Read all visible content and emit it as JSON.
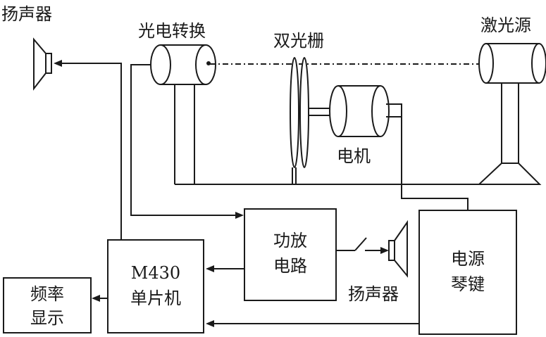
{
  "labels": {
    "speaker_top": "扬声器",
    "photoelectric": "光电转换",
    "double_grating": "双光栅",
    "laser": "激光源",
    "motor": "电机",
    "speaker_bottom": "扬声器"
  },
  "boxes": {
    "amplifier": {
      "line1": "功放",
      "line2": "电路"
    },
    "mcu": {
      "line1": "M430",
      "line2": "单片机"
    },
    "freq_display": {
      "line1": "频率",
      "line2": "显示"
    },
    "power_keys": {
      "line1": "电源",
      "line2": "琴键"
    }
  },
  "colors": {
    "stroke": "#1a1a1a",
    "background": "#ffffff"
  }
}
